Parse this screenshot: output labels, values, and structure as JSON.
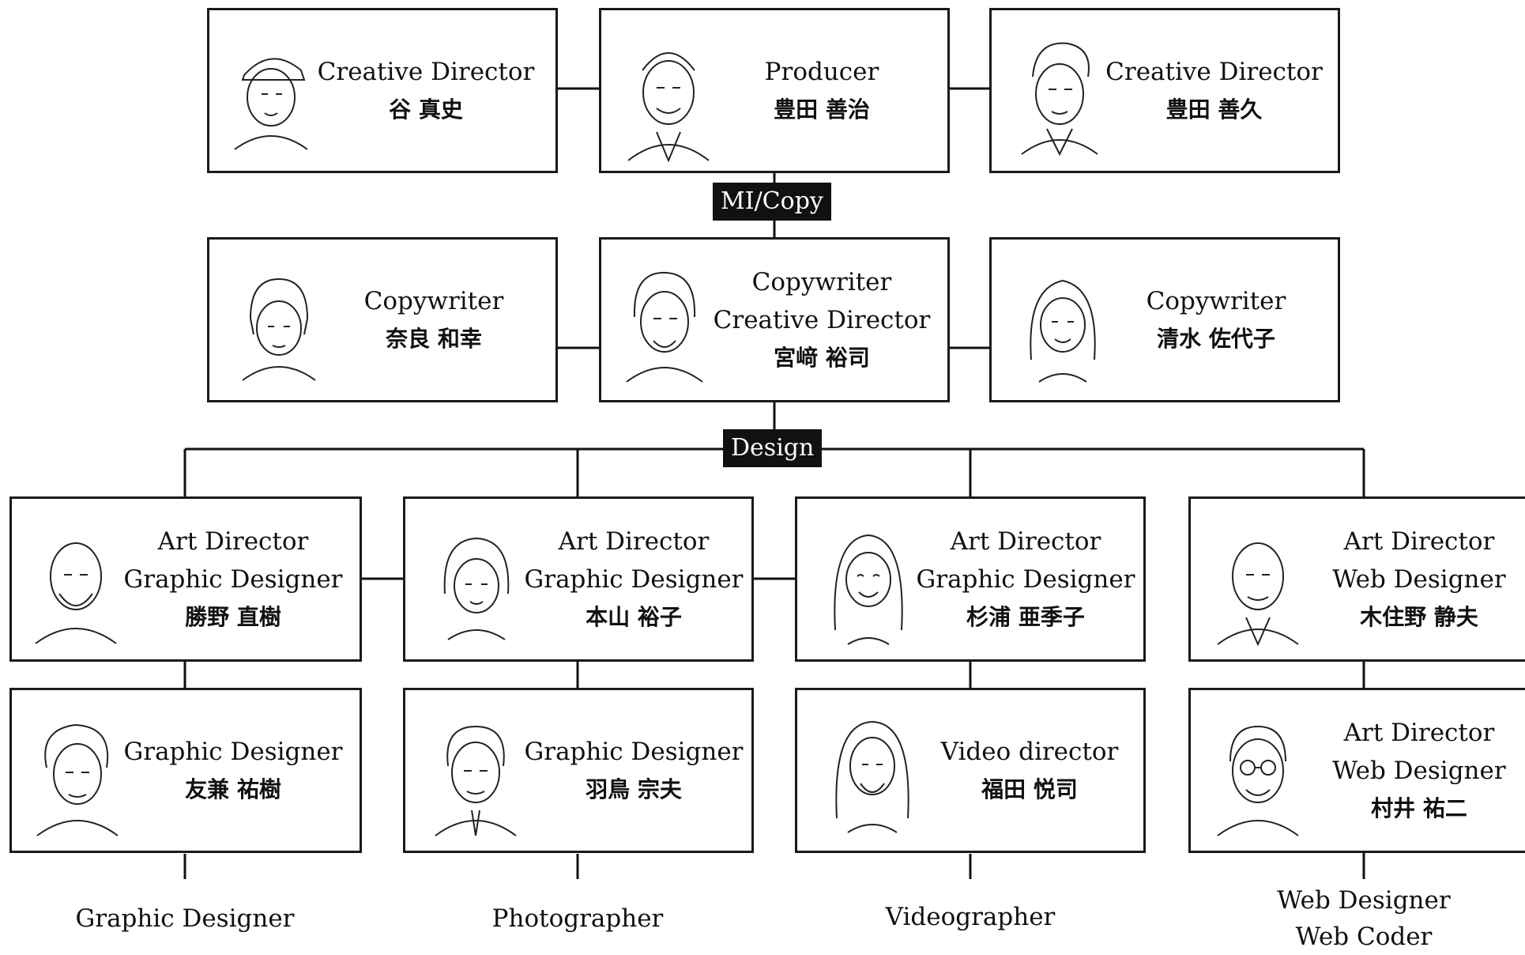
{
  "groups": {
    "mi_copy": "MI/Copy",
    "design": "Design"
  },
  "top": {
    "left": {
      "role": "Creative Director",
      "name": "谷 真史",
      "portrait": "person-cap-icon"
    },
    "center": {
      "role": "Producer",
      "name": "豊田 善治",
      "portrait": "person-suit-icon"
    },
    "right": {
      "role": "Creative Director",
      "name": "豊田 善久",
      "portrait": "person-pompadour-icon"
    }
  },
  "copy": {
    "left": {
      "role": "Copywriter",
      "name": "奈良 和幸",
      "portrait": "person-bob-hair-icon"
    },
    "center": {
      "role1": "Copywriter",
      "role2": "Creative Director",
      "name": "宮﨑 裕司",
      "portrait": "person-beard-icon"
    },
    "right": {
      "role": "Copywriter",
      "name": "清水 佐代子",
      "portrait": "person-long-hair-icon"
    }
  },
  "design": [
    {
      "role1": "Art Director",
      "role2": "Graphic Designer",
      "name": "勝野 直樹",
      "portrait": "person-bald-beard-icon"
    },
    {
      "role1": "Art Director",
      "role2": "Graphic Designer",
      "name": "本山 裕子",
      "portrait": "person-short-bob-icon"
    },
    {
      "role1": "Art Director",
      "role2": "Graphic Designer",
      "name": "杉浦 亜季子",
      "portrait": "person-long-hair-smile-icon"
    },
    {
      "role1": "Art Director",
      "role2": "Web Designer",
      "name": "木住野 静夫",
      "portrait": "person-balding-icon"
    }
  ],
  "sub": [
    {
      "role1": "Graphic Designer",
      "role2": "",
      "name": "友兼 祐樹",
      "portrait": "person-curly-hair-icon"
    },
    {
      "role1": "Graphic Designer",
      "role2": "",
      "name": "羽鳥 宗夫",
      "portrait": "person-suit-tie-icon"
    },
    {
      "role1": "Video director",
      "role2": "",
      "name": "福田 悦司",
      "portrait": "person-long-hair-beard-icon"
    },
    {
      "role1": "Art Director",
      "role2": "Web Designer",
      "name": "村井 祐二",
      "portrait": "person-glasses-icon"
    }
  ],
  "footers": [
    {
      "line1": "Graphic Designer",
      "line2": ""
    },
    {
      "line1": "Photographer",
      "line2": ""
    },
    {
      "line1": "Videographer",
      "line2": ""
    },
    {
      "line1": "Web Designer",
      "line2": "Web Coder"
    }
  ]
}
